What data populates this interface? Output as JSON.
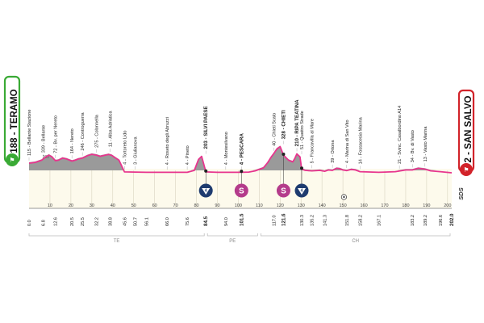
{
  "start": {
    "city": "TERAMO",
    "altitude": "188"
  },
  "finish": {
    "city": "SAN SALVO",
    "altitude": "2"
  },
  "max_km": 202,
  "colors": {
    "profile_fill": "#fdfaec",
    "profile_line": "#e8358e",
    "climb": "#9a9a9a",
    "badge_green": "#3aaa35",
    "badge_red": "#d2232a",
    "sprint": "#b43b8b",
    "kom": "#1e3b6f"
  },
  "profile": [
    [
      0,
      115
    ],
    [
      3,
      125
    ],
    [
      6,
      150
    ],
    [
      8,
      190
    ],
    [
      9.5,
      210
    ],
    [
      11,
      190
    ],
    [
      12.6,
      145
    ],
    [
      14,
      150
    ],
    [
      16,
      175
    ],
    [
      18,
      165
    ],
    [
      20.5,
      140
    ],
    [
      22,
      150
    ],
    [
      23.5,
      165
    ],
    [
      25.5,
      175
    ],
    [
      28,
      205
    ],
    [
      30,
      220
    ],
    [
      32.2,
      210
    ],
    [
      34,
      196
    ],
    [
      36,
      208
    ],
    [
      38,
      218
    ],
    [
      39.5,
      208
    ],
    [
      41,
      182
    ],
    [
      43,
      150
    ],
    [
      45.6,
      12
    ],
    [
      50.7,
      10
    ],
    [
      56.1,
      8
    ],
    [
      66.0,
      8
    ],
    [
      75.6,
      8
    ],
    [
      79,
      30
    ],
    [
      81,
      160
    ],
    [
      82.5,
      195
    ],
    [
      84.5,
      12
    ],
    [
      90,
      8
    ],
    [
      94.0,
      8
    ],
    [
      101.5,
      8
    ],
    [
      105,
      10
    ],
    [
      108,
      25
    ],
    [
      112,
      60
    ],
    [
      114,
      120
    ],
    [
      115.5,
      180
    ],
    [
      117,
      230
    ],
    [
      118.5,
      285
    ],
    [
      120,
      310
    ],
    [
      121.6,
      210
    ],
    [
      124,
      150
    ],
    [
      126,
      130
    ],
    [
      127,
      170
    ],
    [
      128,
      225
    ],
    [
      129.5,
      190
    ],
    [
      130.3,
      45
    ],
    [
      132,
      30
    ],
    [
      135.2,
      25
    ],
    [
      139,
      30
    ],
    [
      141.3,
      20
    ],
    [
      143,
      35
    ],
    [
      145,
      30
    ],
    [
      147,
      55
    ],
    [
      148.5,
      50
    ],
    [
      150,
      35
    ],
    [
      151.8,
      28
    ],
    [
      154,
      42
    ],
    [
      156,
      35
    ],
    [
      158.2,
      15
    ],
    [
      167.1,
      8
    ],
    [
      170,
      10
    ],
    [
      175,
      15
    ],
    [
      180,
      35
    ],
    [
      183.2,
      35
    ],
    [
      186,
      55
    ],
    [
      189.2,
      45
    ],
    [
      192,
      25
    ],
    [
      196.6,
      15
    ],
    [
      202.0,
      2
    ]
  ],
  "towns": [
    {
      "km": 0.0,
      "alt": 115,
      "km_label": "0.0",
      "name": "115 - Bellante Stazione",
      "bold": false
    },
    {
      "km": 6.8,
      "alt": 150,
      "km_label": "6.8",
      "name": "339 - Bellante",
      "bold": false
    },
    {
      "km": 12.6,
      "alt": 145,
      "km_label": "12.6",
      "name": "72 - Bv. per Nereto",
      "bold": false
    },
    {
      "km": 20.5,
      "alt": 140,
      "km_label": "20.5",
      "name": "164 - Nereto",
      "bold": false
    },
    {
      "km": 25.5,
      "alt": 175,
      "km_label": "25.5",
      "name": "246 - Controguerra",
      "bold": false
    },
    {
      "km": 32.2,
      "alt": 210,
      "km_label": "32.2",
      "name": "275 - Colonnella",
      "bold": false
    },
    {
      "km": 38.8,
      "alt": 218,
      "km_label": "38.8",
      "name": "11 - Alba Adriatica",
      "bold": false
    },
    {
      "km": 45.6,
      "alt": 12,
      "km_label": "45.6",
      "name": "4 - Tortoreto Lido",
      "bold": false
    },
    {
      "km": 50.7,
      "alt": 10,
      "km_label": "50.7",
      "name": "3 - Giulianova",
      "bold": false
    },
    {
      "km": 56.1,
      "alt": 8,
      "km_label": "56.1",
      "name": "",
      "bold": false
    },
    {
      "km": 66.0,
      "alt": 8,
      "km_label": "66.0",
      "name": "4 - Roseto degli Abruzzi",
      "bold": false
    },
    {
      "km": 75.6,
      "alt": 8,
      "km_label": "75.6",
      "name": "4 - Pineto",
      "bold": false
    },
    {
      "km": 84.5,
      "alt": 195,
      "km_label": "84.5",
      "name": "203 - SILVI PAESE",
      "bold": true
    },
    {
      "km": 94.0,
      "alt": 8,
      "km_label": "94.0",
      "name": "4 - Montesilvano",
      "bold": false
    },
    {
      "km": 101.5,
      "alt": 8,
      "km_label": "101.5",
      "name": "4 - PESCARA",
      "bold": true
    },
    {
      "km": 117.0,
      "alt": 230,
      "km_label": "117.0",
      "name": "40 - Chieti Scalo",
      "bold": false
    },
    {
      "km": 121.6,
      "alt": 310,
      "km_label": "121.6",
      "name": "328 - CHIETI",
      "bold": true
    },
    {
      "km": 128.0,
      "alt": 225,
      "km_label": "",
      "name": "210 - RIPA TEATINA",
      "bold": true
    },
    {
      "km": 130.3,
      "alt": 190,
      "km_label": "130.3",
      "name": "51 - Quattro Strade",
      "bold": false
    },
    {
      "km": 135.2,
      "alt": 25,
      "km_label": "135.2",
      "name": "5 - Francavilla al Mare",
      "bold": false
    },
    {
      "km": 141.3,
      "alt": 20,
      "km_label": "141.3",
      "name": "",
      "bold": false
    },
    {
      "km": 145.0,
      "alt": 30,
      "km_label": "",
      "name": "39 - Ortona",
      "bold": false
    },
    {
      "km": 151.8,
      "alt": 28,
      "km_label": "151.8",
      "name": "4 - Marina di San Vito",
      "bold": false
    },
    {
      "km": 158.2,
      "alt": 15,
      "km_label": "158.2",
      "name": "14 - Fossacesia Marina",
      "bold": false
    },
    {
      "km": 167.1,
      "alt": 8,
      "km_label": "167.1",
      "name": "",
      "bold": false
    },
    {
      "km": 177.0,
      "alt": 20,
      "km_label": "",
      "name": "21 - Svinc. Casalbordino A14",
      "bold": false
    },
    {
      "km": 183.2,
      "alt": 35,
      "km_label": "183.2",
      "name": "34 - Bv. di Vasto",
      "bold": false
    },
    {
      "km": 189.2,
      "alt": 45,
      "km_label": "189.2",
      "name": "13 - Vasto Marina",
      "bold": false
    },
    {
      "km": 196.6,
      "alt": 15,
      "km_label": "196.6",
      "name": "",
      "bold": false
    },
    {
      "km": 202.0,
      "alt": 2,
      "km_label": "202.0",
      "name": "",
      "bold": true
    }
  ],
  "sprints": [
    {
      "km": 101.5,
      "label": "S"
    },
    {
      "km": 121.6,
      "label": "S"
    }
  ],
  "koms": [
    {
      "km": 84.5,
      "label": "4"
    },
    {
      "km": 130.3,
      "label": "4"
    }
  ],
  "tick_km": [
    10,
    20,
    30,
    40,
    50,
    60,
    70,
    80,
    90,
    100,
    110,
    120,
    130,
    140,
    150,
    160,
    170,
    180,
    190,
    200
  ],
  "tick_labels": [
    "10",
    "20",
    "30",
    "40",
    "50",
    "60",
    "70",
    "80",
    "90",
    "100",
    "110",
    "120",
    "130",
    "140",
    "150",
    "160",
    "170",
    "180",
    "190",
    "200"
  ],
  "regions": [
    {
      "name": "TE",
      "from": 0,
      "to": 84.5
    },
    {
      "name": "PE",
      "from": 84.5,
      "to": 110
    },
    {
      "name": "CH",
      "from": 110,
      "to": 202
    }
  ],
  "altitude_mark": "200",
  "brand": "SDS"
}
